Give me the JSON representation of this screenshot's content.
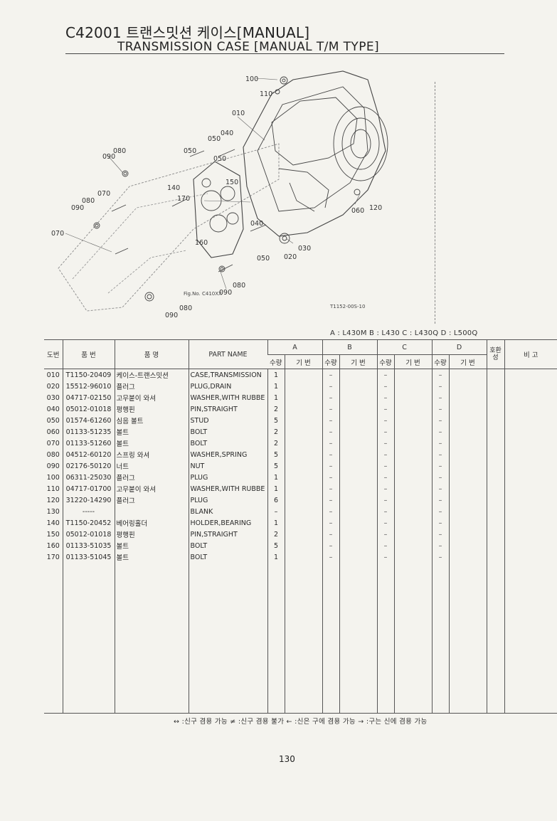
{
  "header": {
    "title_ko": "C42001 트랜스밋션 케이스[MANUAL]",
    "title_en": "TRANSMISSION CASE [MANUAL T/M TYPE]"
  },
  "diagram": {
    "callouts": [
      "100",
      "110",
      "010",
      "040",
      "050",
      "050",
      "050",
      "090",
      "080",
      "140",
      "170",
      "150",
      "120",
      "060",
      "070",
      "090",
      "080",
      "070",
      "040",
      "160",
      "030",
      "050",
      "020",
      "080",
      "090",
      "080",
      "090"
    ],
    "fig_note": "Fig.No. C410XX",
    "code": "T1152-00S-10"
  },
  "models_legend": "A : L430M   B : L430   C : L430Q   D : L500Q",
  "table": {
    "headers": {
      "no": "도번",
      "part_no": "품   번",
      "name_ko": "품   명",
      "part_name": "PART  NAME",
      "group_a": "A",
      "group_b": "B",
      "group_c": "C",
      "group_d": "D",
      "qty": "수량",
      "code": "기 번",
      "compat": "호환성",
      "remarks": "비  고"
    },
    "rows": [
      {
        "no": "010",
        "part_no": "T1150-20409",
        "name_ko": "케이스-트랜스밋션",
        "part_name": "CASE,TRANSMISSION",
        "a": "1",
        "b": "–",
        "c": "–",
        "d": "–"
      },
      {
        "no": "020",
        "part_no": "15512-96010",
        "name_ko": "플러그",
        "part_name": "PLUG,DRAIN",
        "a": "1",
        "b": "–",
        "c": "–",
        "d": "–"
      },
      {
        "no": "030",
        "part_no": "04717-02150",
        "name_ko": "고무붙이 와셔",
        "part_name": "WASHER,WITH RUBBE",
        "a": "1",
        "b": "–",
        "c": "–",
        "d": "–"
      },
      {
        "no": "040",
        "part_no": "05012-01018",
        "name_ko": "평행핀",
        "part_name": "PIN,STRAIGHT",
        "a": "2",
        "b": "–",
        "c": "–",
        "d": "–"
      },
      {
        "no": "050",
        "part_no": "01574-61260",
        "name_ko": "심음 볼트",
        "part_name": "STUD",
        "a": "5",
        "b": "–",
        "c": "–",
        "d": "–"
      },
      {
        "no": "060",
        "part_no": "01133-51235",
        "name_ko": "볼트",
        "part_name": "BOLT",
        "a": "2",
        "b": "–",
        "c": "–",
        "d": "–"
      },
      {
        "no": "070",
        "part_no": "01133-51260",
        "name_ko": "볼트",
        "part_name": "BOLT",
        "a": "2",
        "b": "–",
        "c": "–",
        "d": "–"
      },
      {
        "no": "080",
        "part_no": "04512-60120",
        "name_ko": "스프링 와셔",
        "part_name": "WASHER,SPRING",
        "a": "5",
        "b": "–",
        "c": "–",
        "d": "–"
      },
      {
        "no": "090",
        "part_no": "02176-50120",
        "name_ko": "너트",
        "part_name": "NUT",
        "a": "5",
        "b": "–",
        "c": "–",
        "d": "–"
      },
      {
        "no": "100",
        "part_no": "06311-25030",
        "name_ko": "플러그",
        "part_name": "PLUG",
        "a": "1",
        "b": "–",
        "c": "–",
        "d": "–"
      },
      {
        "no": "110",
        "part_no": "04717-01700",
        "name_ko": "고무붙이 와셔",
        "part_name": "WASHER,WITH RUBBE",
        "a": "1",
        "b": "–",
        "c": "–",
        "d": "–"
      },
      {
        "no": "120",
        "part_no": "31220-14290",
        "name_ko": "플러그",
        "part_name": "PLUG",
        "a": "6",
        "b": "–",
        "c": "–",
        "d": "–"
      },
      {
        "no": "130",
        "part_no": "-----",
        "name_ko": "",
        "part_name": "BLANK",
        "a": "–",
        "b": "–",
        "c": "–",
        "d": "–"
      },
      {
        "no": "140",
        "part_no": "T1150-20452",
        "name_ko": "베어링홀더",
        "part_name": "HOLDER,BEARING",
        "a": "1",
        "b": "–",
        "c": "–",
        "d": "–"
      },
      {
        "no": "150",
        "part_no": "05012-01018",
        "name_ko": "평행핀",
        "part_name": "PIN,STRAIGHT",
        "a": "2",
        "b": "–",
        "c": "–",
        "d": "–"
      },
      {
        "no": "160",
        "part_no": "01133-51035",
        "name_ko": "볼트",
        "part_name": "BOLT",
        "a": "5",
        "b": "–",
        "c": "–",
        "d": "–"
      },
      {
        "no": "170",
        "part_no": "01133-51045",
        "name_ko": "볼트",
        "part_name": "BOLT",
        "a": "1",
        "b": "–",
        "c": "–",
        "d": "–"
      }
    ]
  },
  "footer_note": "↔ :신구 겸용 가능    ≠ :신구 겸용 불가    ← :신은 구에 겸용 가능    → :구는 신에 겸용 가능",
  "page_number": "130"
}
